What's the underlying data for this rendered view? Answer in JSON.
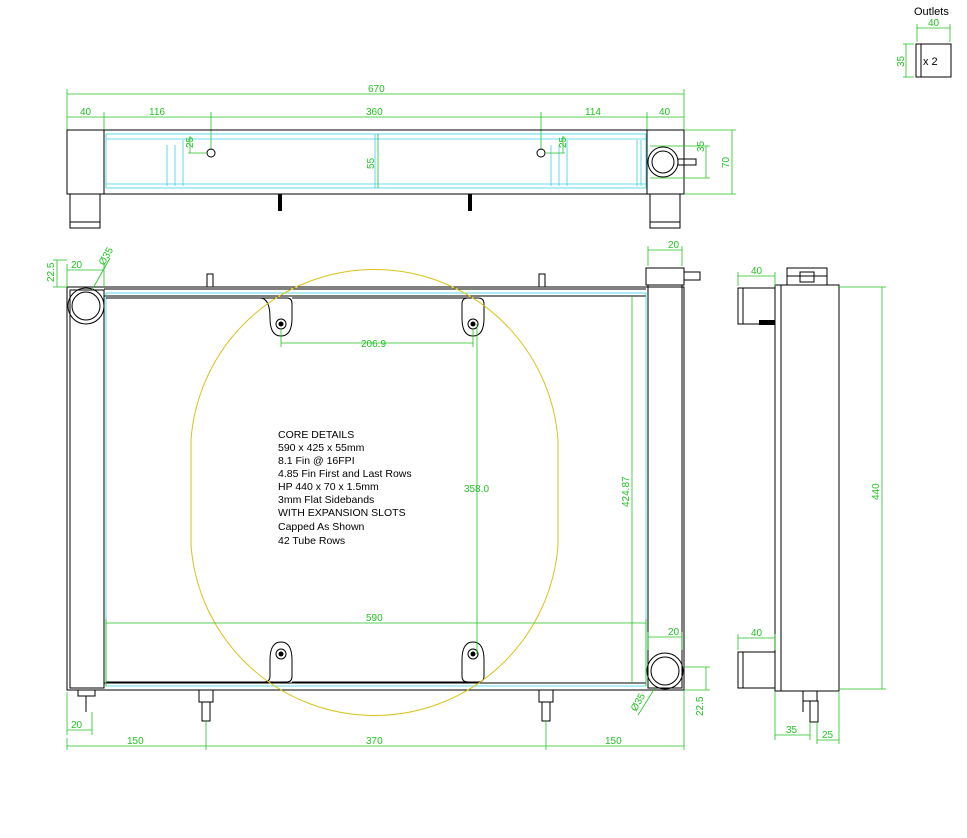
{
  "outlets": {
    "title": "Outlets",
    "width": "40",
    "height": "35",
    "count": "x 2"
  },
  "top_view": {
    "overall": "670",
    "tank_left": "40",
    "seg_a": "116",
    "seg_b": "360",
    "seg_c": "114",
    "tank_right": "40",
    "pin_left": "25",
    "pin_right": "25",
    "core_depth": "55",
    "outlet_dia": "35",
    "height": "70"
  },
  "front_view": {
    "top_tank_width": "20",
    "corner_offset": "22.5",
    "left_width": "20",
    "left_outlet_dia": "Ø35",
    "fan_span": "206.9",
    "fan_diameter": "358.0",
    "core_height": "424.87",
    "core_width": "590",
    "right_width": "20",
    "right_outlet_dia": "Ø35",
    "bottom_offset": "22.5",
    "drain_width": "20",
    "bot_a": "150",
    "bot_b": "370",
    "bot_c": "150"
  },
  "side_view": {
    "top_outlet": "40",
    "height": "440",
    "bottom_outlet": "40",
    "base_a": "35",
    "base_b": "25"
  },
  "core_details": [
    "CORE DETAILS",
    "590 x 425 x 55mm",
    "8.1 Fin @ 16FPI",
    "4.85 Fin First and Last Rows",
    "HP 440 x 70 x 1.5mm",
    "3mm Flat Sidebands",
    "WITH EXPANSION SLOTS",
    "Capped As Shown",
    "42 Tube Rows"
  ]
}
